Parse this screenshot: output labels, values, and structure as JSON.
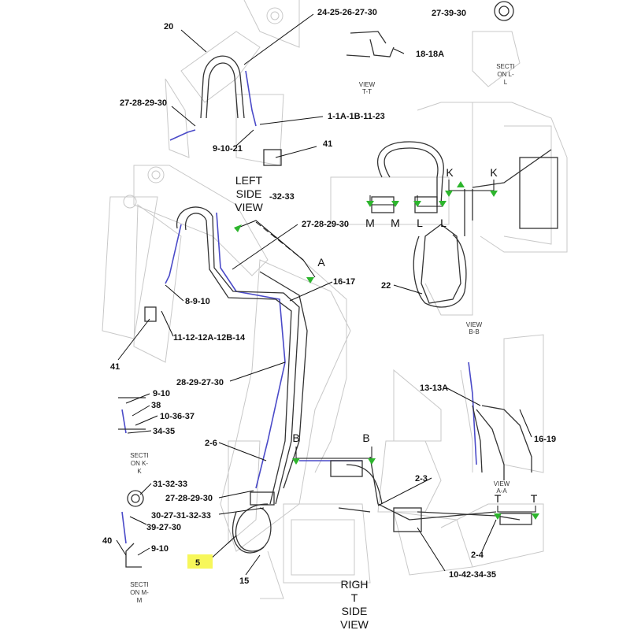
{
  "callouts": [
    {
      "id": "c-24-25",
      "text": "24-25-26-27-30"
    },
    {
      "id": "c-27-39-30",
      "text": "27-39-30"
    },
    {
      "id": "c-20",
      "text": "20"
    },
    {
      "id": "c-18-18a",
      "text": "18-18A"
    },
    {
      "id": "c-27-28-29-30-a",
      "text": "27-28-29-30"
    },
    {
      "id": "c-1-1a",
      "text": "1-1A-1B-11-23"
    },
    {
      "id": "c-9-10-21",
      "text": "9-10-21"
    },
    {
      "id": "c-41-a",
      "text": "41"
    },
    {
      "id": "c-32-33",
      "text": "-32-33"
    },
    {
      "id": "c-27-28-29-30-b",
      "text": "27-28-29-30"
    },
    {
      "id": "c-16-17",
      "text": "16-17"
    },
    {
      "id": "c-8-9-10",
      "text": "8-9-10"
    },
    {
      "id": "c-22",
      "text": "22"
    },
    {
      "id": "c-11-12",
      "text": "11-12-12A-12B-14"
    },
    {
      "id": "c-41-b",
      "text": "41"
    },
    {
      "id": "c-28-29-27-30",
      "text": "28-29-27-30"
    },
    {
      "id": "c-13-13a",
      "text": "13-13A"
    },
    {
      "id": "c-9-10-a",
      "text": "9-10"
    },
    {
      "id": "c-38",
      "text": "38"
    },
    {
      "id": "c-10-36-37",
      "text": "10-36-37"
    },
    {
      "id": "c-34-35",
      "text": "34-35"
    },
    {
      "id": "c-16-19",
      "text": "16-19"
    },
    {
      "id": "c-2-6",
      "text": "2-6"
    },
    {
      "id": "c-2-3",
      "text": "2-3"
    },
    {
      "id": "c-31-32-33",
      "text": "31-32-33"
    },
    {
      "id": "c-27-28-29-30-c",
      "text": "27-28-29-30"
    },
    {
      "id": "c-30-27-31",
      "text": "30-27-31-32-33"
    },
    {
      "id": "c-39-27-30",
      "text": "39-27-30"
    },
    {
      "id": "c-40",
      "text": "40"
    },
    {
      "id": "c-9-10-b",
      "text": "9-10"
    },
    {
      "id": "c-2-4",
      "text": "2-4"
    },
    {
      "id": "c-10-42",
      "text": "10-42-34-35"
    },
    {
      "id": "c-15",
      "text": "15"
    },
    {
      "id": "c-5",
      "text": "5"
    }
  ],
  "view_labels": {
    "view_tt": [
      "VIEW",
      "T-T"
    ],
    "section_ll": [
      "SECTI",
      "ON L-",
      "L"
    ],
    "view_bb": [
      "VIEW",
      "B-B"
    ],
    "section_kk": [
      "SECTI",
      "ON K-",
      "K"
    ],
    "view_aa": [
      "VIEW",
      "A-A"
    ],
    "section_mm": [
      "SECTI",
      "ON M-",
      "M"
    ]
  },
  "large_labels": {
    "left_side_view": [
      "LEFT",
      "SIDE",
      "VIEW"
    ],
    "right_side_view": [
      "RIGH",
      "T",
      "SIDE",
      "VIEW"
    ],
    "letters": {
      "K1": "K",
      "K2": "K",
      "M1": "M",
      "M2": "M",
      "L1": "L",
      "L2": "L",
      "A": "A",
      "B1": "B",
      "B2": "B",
      "T1": "T",
      "T2": "T"
    }
  },
  "colors": {
    "hose_blue": "#4a4ac8",
    "arrow_green": "#2db52d",
    "highlight_yellow": "#f7f75a",
    "ghost": "#c8c8c8"
  }
}
